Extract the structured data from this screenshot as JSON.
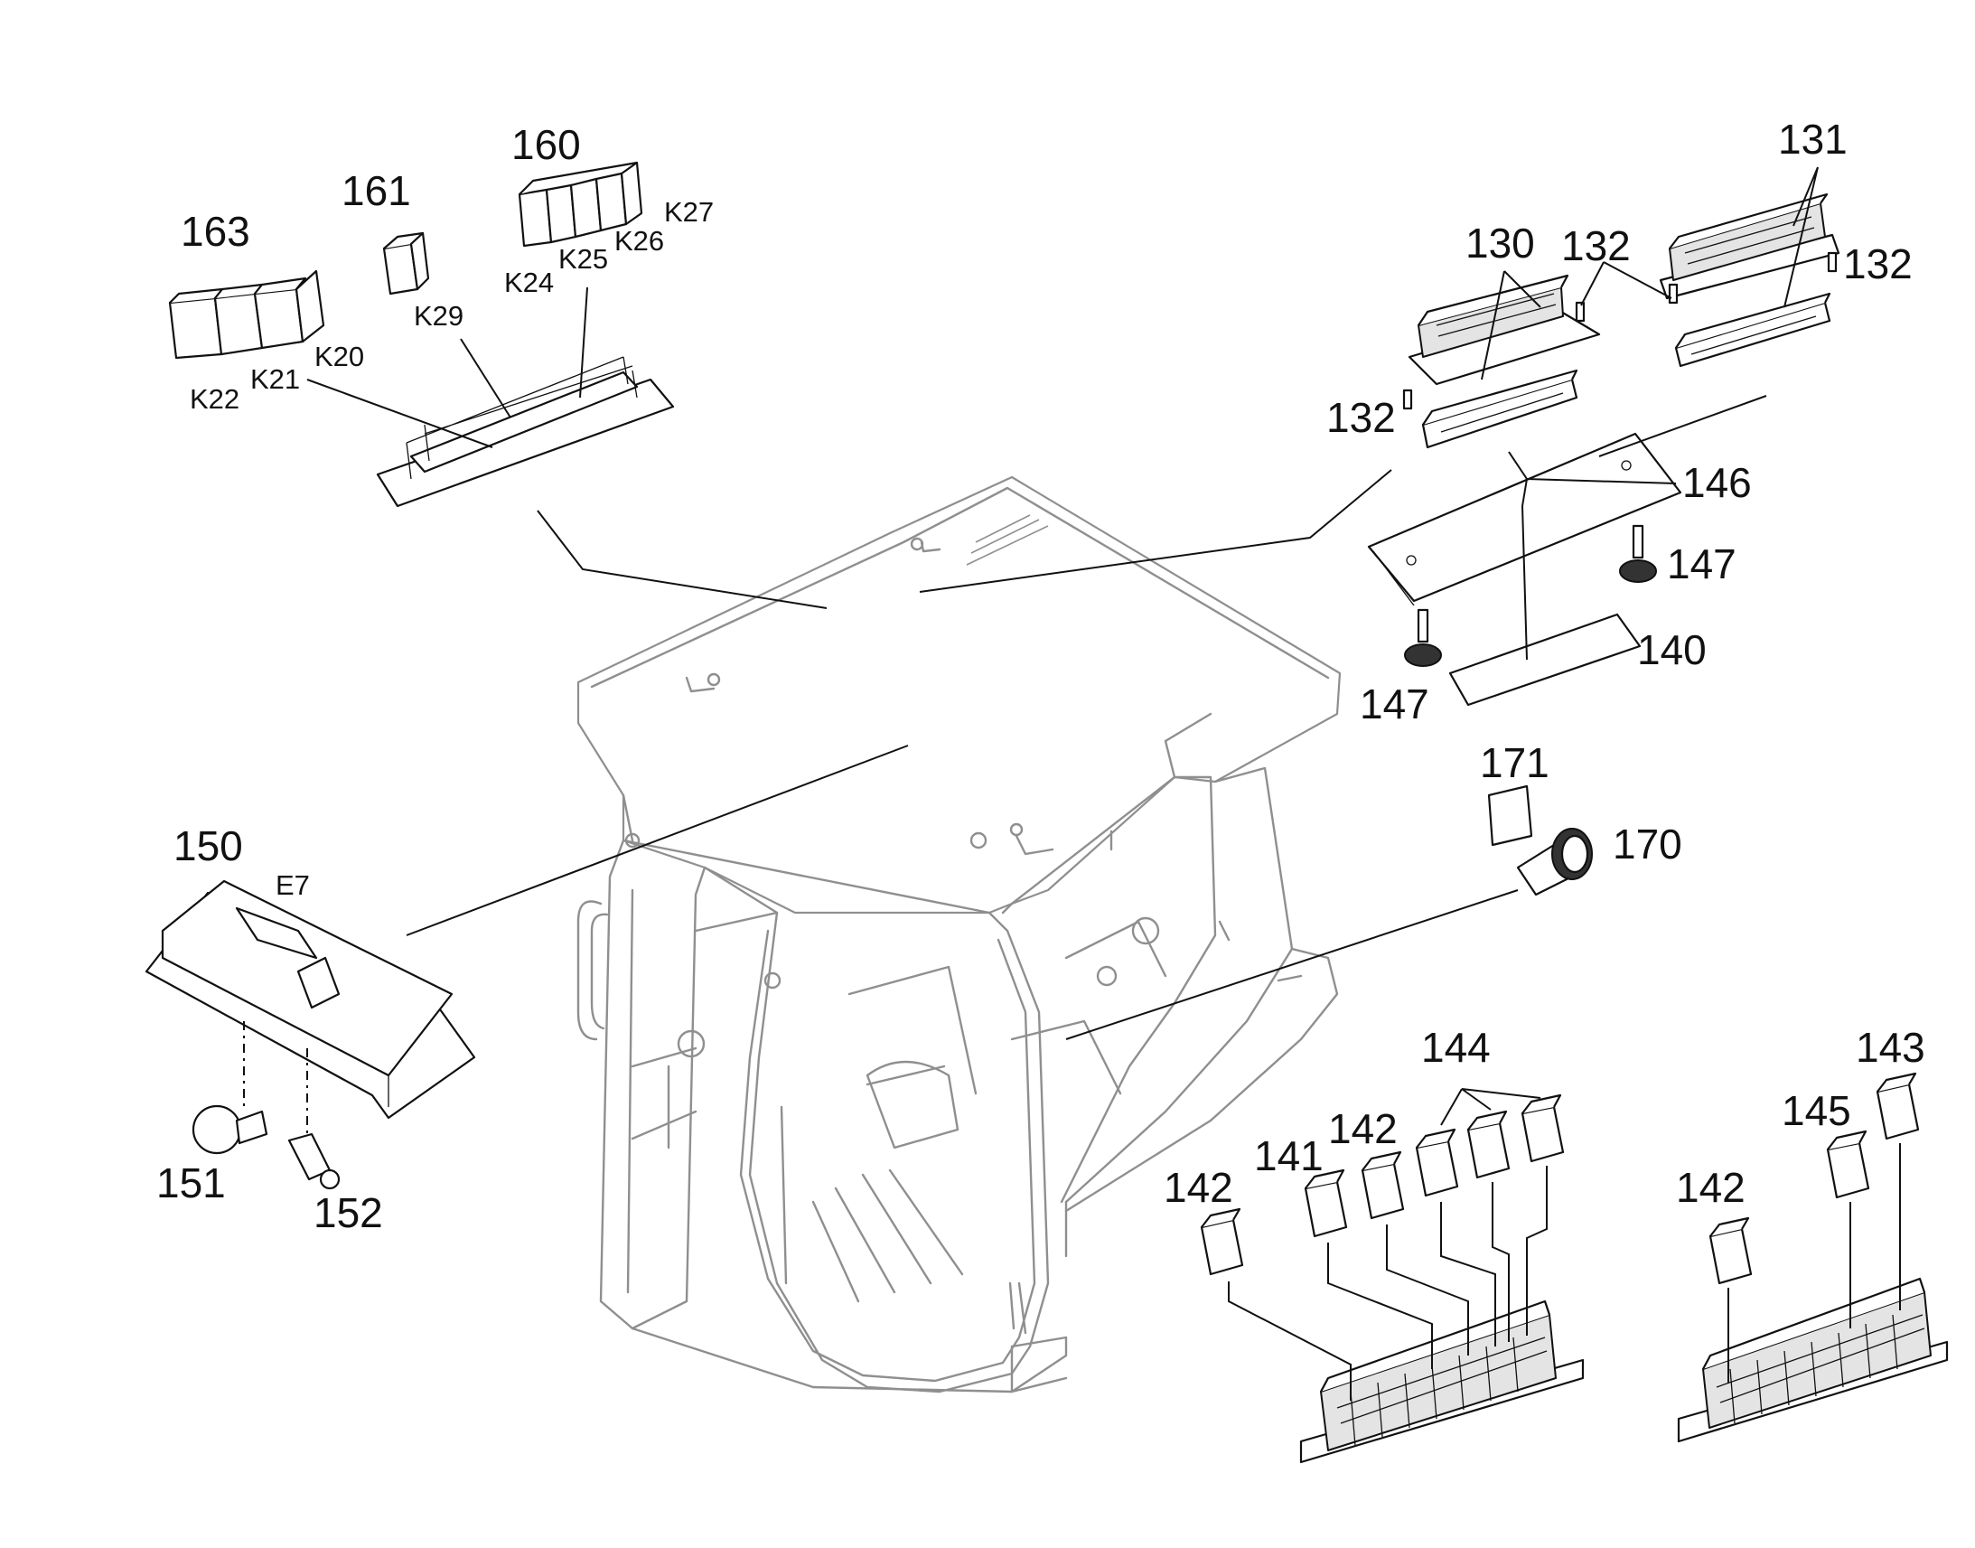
{
  "diagram": {
    "callouts": {
      "c163": "163",
      "c161": "161",
      "c160": "160",
      "c130": "130",
      "c131": "131",
      "c132a": "132",
      "c132b": "132",
      "c132c": "132",
      "c146": "146",
      "c147a": "147",
      "c147b": "147",
      "c140": "140",
      "c171": "171",
      "c170": "170",
      "c150": "150",
      "c151": "151",
      "c152": "152",
      "c144": "144",
      "c143": "143",
      "c145": "145",
      "c141": "141",
      "c142a": "142",
      "c142b": "142",
      "c142c": "142"
    },
    "refs": {
      "k22": "K22",
      "k21": "K21",
      "k20": "K20",
      "k29": "K29",
      "k24": "K24",
      "k25": "K25",
      "k26": "K26",
      "k27": "K27",
      "e7": "E7"
    }
  }
}
